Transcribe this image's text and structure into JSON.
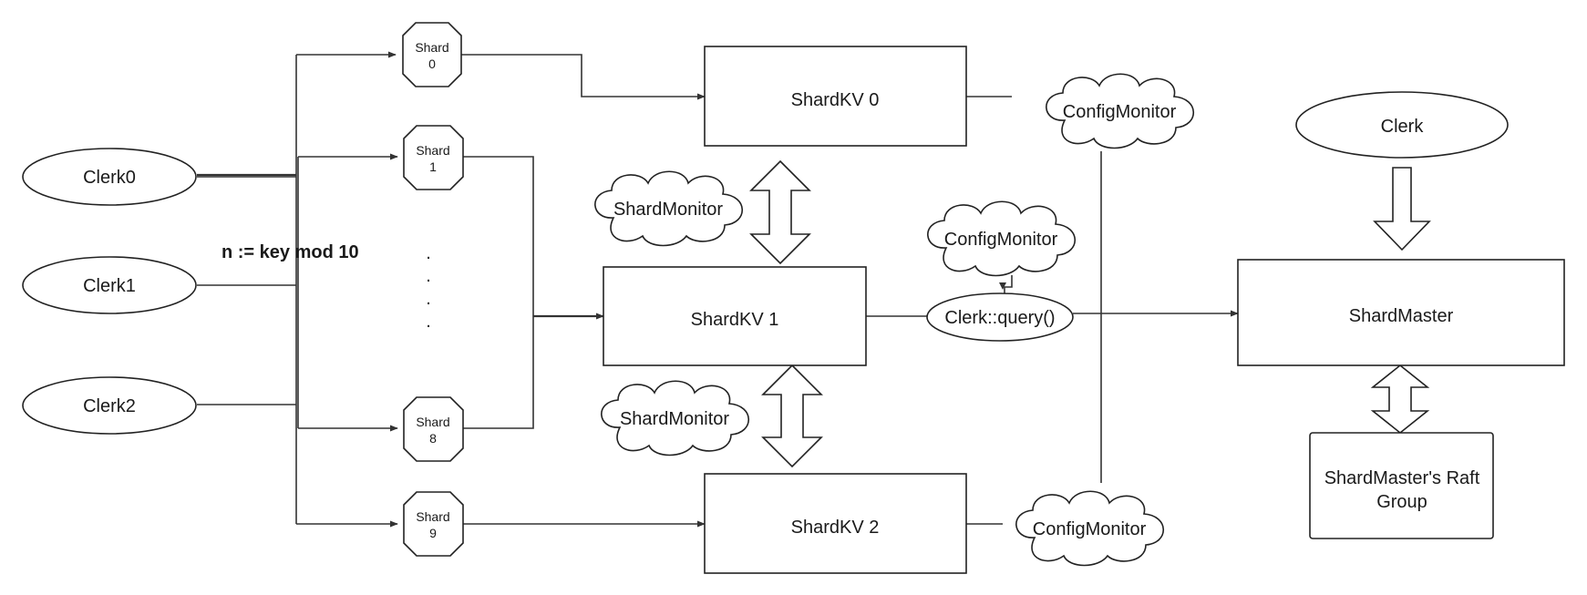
{
  "clerks": [
    "Clerk0",
    "Clerk1",
    "Clerk2"
  ],
  "routing_label": "n := key mod 10",
  "shards": [
    {
      "line1": "Shard",
      "line2": "0"
    },
    {
      "line1": "Shard",
      "line2": "1"
    },
    {
      "line1": "Shard",
      "line2": "8"
    },
    {
      "line1": "Shard",
      "line2": "9"
    }
  ],
  "ellipsis": ".",
  "servers": [
    "ShardKV 0",
    "ShardKV 1",
    "ShardKV 2"
  ],
  "shard_monitor": "ShardMonitor",
  "config_monitor": "ConfigMonitor",
  "query": "Clerk::query()",
  "master_clerk": "Clerk",
  "shard_master": "ShardMaster",
  "raft_group": {
    "line1": "ShardMaster's Raft",
    "line2": "Group"
  }
}
